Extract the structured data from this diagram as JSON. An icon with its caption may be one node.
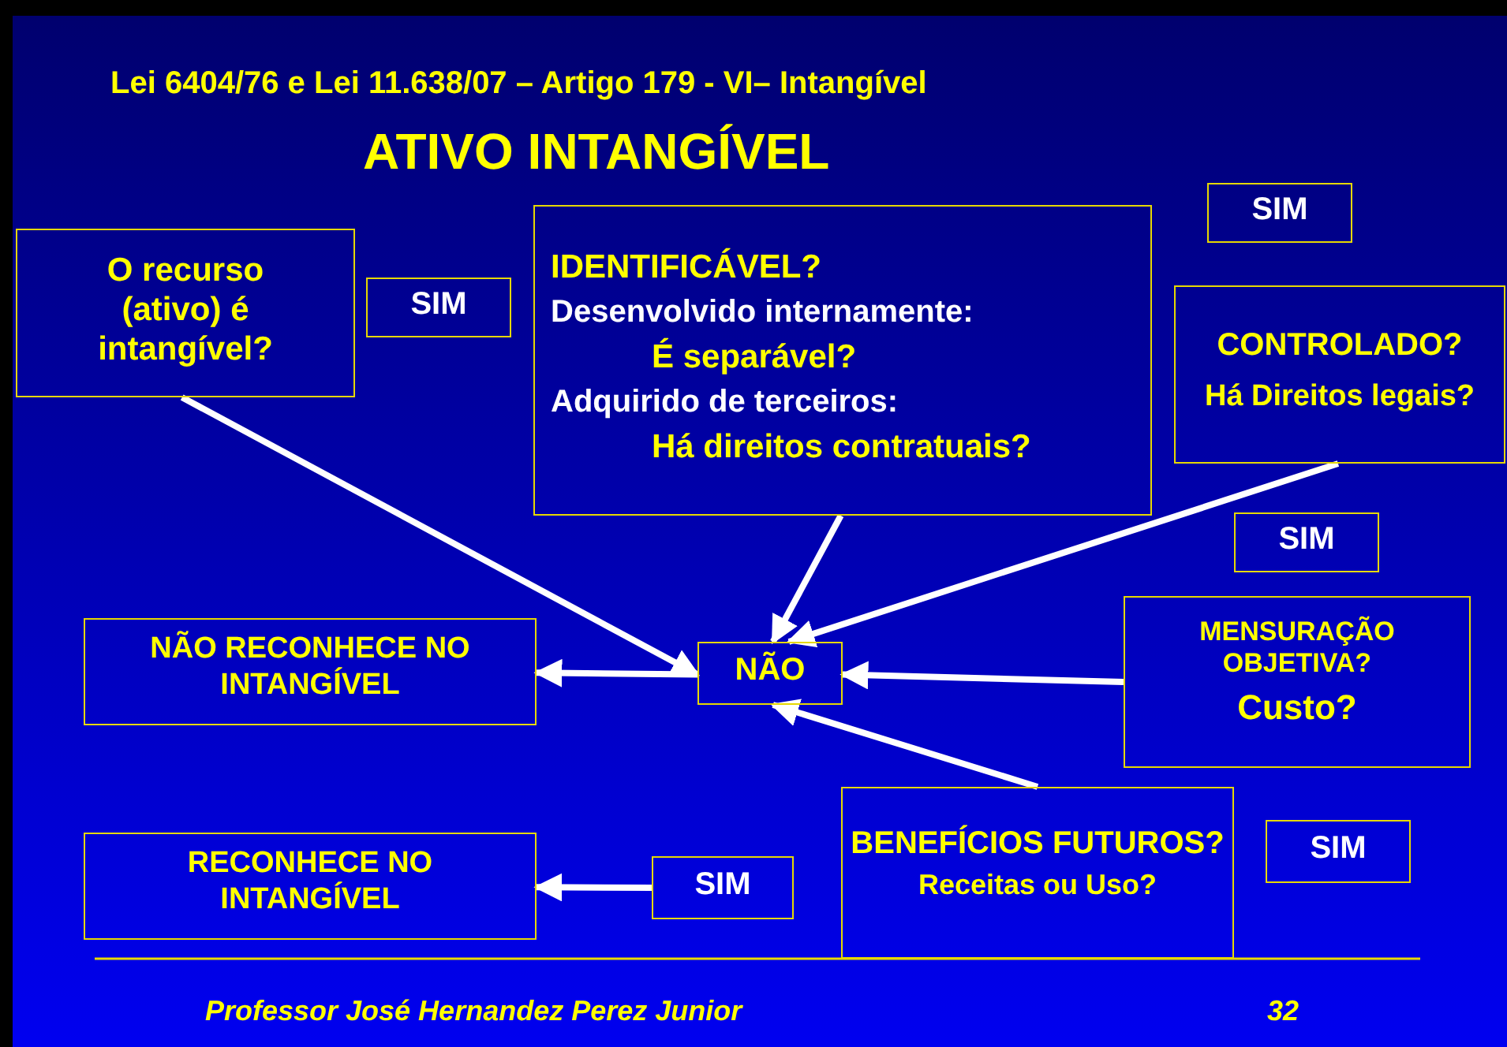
{
  "diagram": {
    "title": "Lei 6404/76 e Lei 11.638/07 – Artigo 179 - VI– Intangível",
    "nodes": [
      {
        "text": [
          "O recurso (ativo) é intangível?"
        ]
      },
      {
        "text": [
          "SIM"
        ]
      },
      {
        "text": [
          "IDENTIFICÁVEL?",
          "Desenvolvido internamente:",
          "É separável?",
          "Adquirido de terceiros:",
          "Há direitos contratuais?"
        ]
      },
      {
        "text": [
          "SIM"
        ]
      },
      {
        "text": [
          "CONTROLADO?",
          "Há Direitos legais?"
        ]
      },
      {
        "text": [
          "SIM"
        ]
      },
      {
        "text": [
          "NÃO RECONHECE NO INTANGÍVEL"
        ]
      },
      {
        "text": [
          "NÃO"
        ]
      },
      {
        "text": [
          "MENSURAÇÃO OBJETIVA?",
          "Custo?"
        ]
      },
      {
        "text": [
          "RECONHECE NO INTANGÍVEL"
        ]
      },
      {
        "text": [
          "SIM"
        ]
      },
      {
        "text": [
          "BENEFÍCIOS FUTUROS?",
          "Receitas ou Uso?"
        ]
      },
      {
        "text": [
          "SIM"
        ]
      }
    ],
    "edges": [
      {
        "from": 0,
        "to": 7,
        "arrow": "to"
      },
      {
        "from": 2,
        "to": 7,
        "arrow": "to"
      },
      {
        "from": 4,
        "to": 7,
        "arrow": "to"
      },
      {
        "from": 8,
        "to": 7,
        "arrow": "to"
      },
      {
        "from": 11,
        "to": 7,
        "arrow": "to"
      },
      {
        "from": 7,
        "to": 6,
        "arrow": "to"
      },
      {
        "from": 10,
        "to": 9,
        "arrow": "to"
      }
    ],
    "labels": [
      "ATIVO INTANGÍVEL",
      "Professor José Hernandez Perez Junior",
      "32"
    ]
  }
}
